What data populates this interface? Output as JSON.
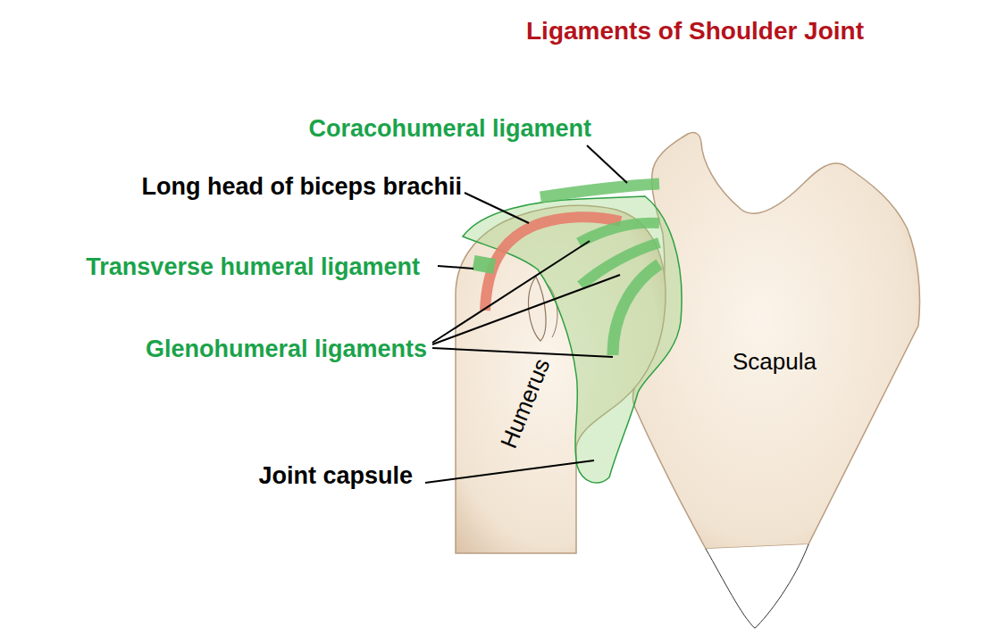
{
  "diagram": {
    "title": "Ligaments of Shoulder Joint",
    "labels": [
      "Coracohumeral ligament",
      "Long head of biceps brachii",
      "Transverse humeral ligament",
      "Glenohumeral ligaments",
      "Joint capsule",
      "Humerus",
      "Scapula"
    ]
  }
}
